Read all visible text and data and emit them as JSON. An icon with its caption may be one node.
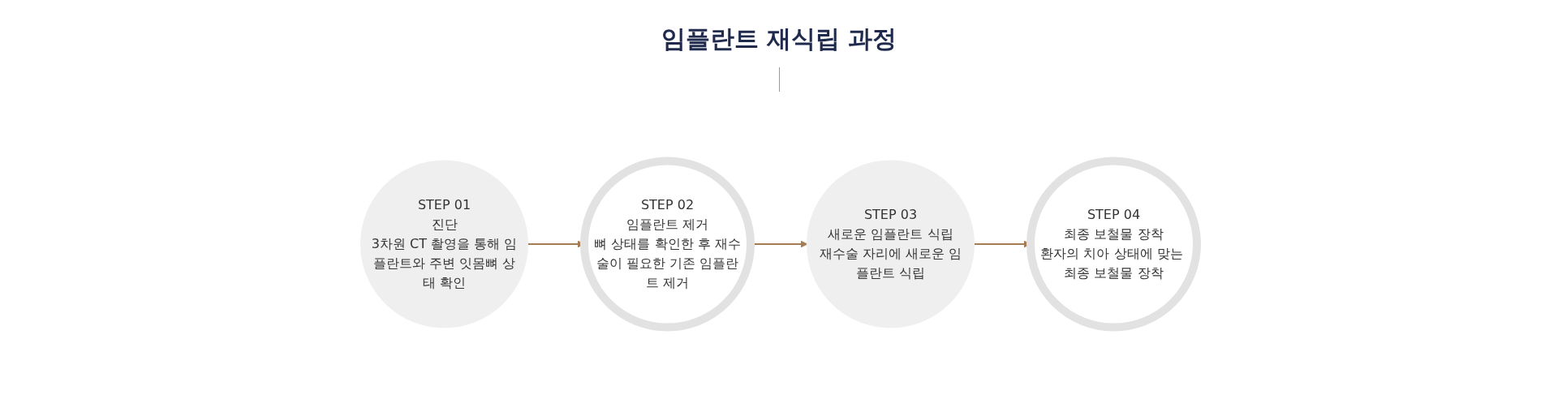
{
  "diagram": {
    "title": "임플란트 재식립 과정",
    "nodes": [
      {
        "text": [
          "STEP 01",
          "진단",
          "3차원 CT 촬영을 통해 임플란트와 주변 잇몸뼈 상태 확인"
        ]
      },
      {
        "text": [
          "STEP 02",
          "임플란트 제거",
          "뼈 상태를 확인한 후 재수술이 필요한 기존 임플란트 제거"
        ]
      },
      {
        "text": [
          "STEP 03",
          "새로운 임플란트 식립",
          "재수술 자리에 새로운 임플란트 식립"
        ]
      },
      {
        "text": [
          "STEP 04",
          "최종 보철물 장착",
          "환자의 치아 상태에 맞는 최종 보철물 장착"
        ]
      }
    ],
    "edges": [
      {
        "from": 0,
        "to": 1,
        "arrow": "to"
      },
      {
        "from": 1,
        "to": 2,
        "arrow": "to"
      },
      {
        "from": 2,
        "to": 3,
        "arrow": "to"
      }
    ]
  }
}
